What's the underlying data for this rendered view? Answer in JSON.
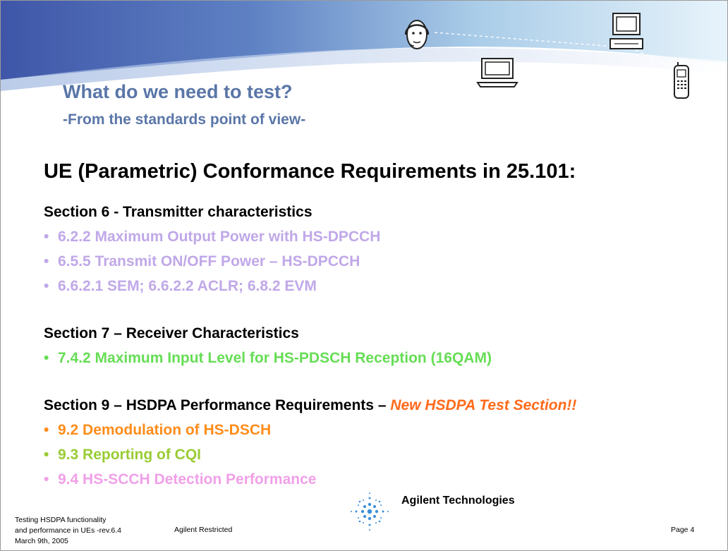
{
  "colors": {
    "title": "#5a76a8",
    "section6_items": "#c0a8e8",
    "section7_items": "#66dd55",
    "item_9_2": "#ff8c1a",
    "item_9_3": "#99cc33",
    "item_9_4": "#f0a0e8",
    "highlight": "#ff6a1a"
  },
  "header": {
    "title": "What do we need to test?",
    "subtitle": "-From the standards point of view-"
  },
  "banner_icons": [
    "person-headset-icon",
    "laptop-icon",
    "desktop-computer-icon",
    "mobile-phone-icon"
  ],
  "main": {
    "heading": "UE (Parametric) Conformance Requirements in 25.101:",
    "bullet_glyph": "•",
    "section6": {
      "title": "Section 6 - Transmitter characteristics",
      "items": [
        "6.2.2 Maximum Output Power with HS-DPCCH",
        "6.5.5 Transmit ON/OFF Power – HS-DPCCH",
        "6.6.2.1 SEM; 6.6.2.2 ACLR; 6.8.2 EVM"
      ]
    },
    "section7": {
      "title": "Section 7 – Receiver Characteristics",
      "items": [
        "7.4.2 Maximum Input Level for HS-PDSCH Reception (16QAM)"
      ]
    },
    "section9": {
      "title": "Section 9 – HSDPA Performance Requirements – ",
      "highlight": "New HSDPA Test Section!!",
      "items": [
        "9.2 Demodulation of HS-DSCH",
        "9.3 Reporting of CQI",
        "9.4 HS-SCCH Detection Performance"
      ]
    }
  },
  "footer": {
    "line1": "Testing HSDPA functionality",
    "line2": "and performance in UEs -rev.6.4",
    "line3": "March 9th, 2005",
    "restricted": "Agilent Restricted",
    "brand": "Agilent Technologies",
    "page": "Page 4"
  }
}
